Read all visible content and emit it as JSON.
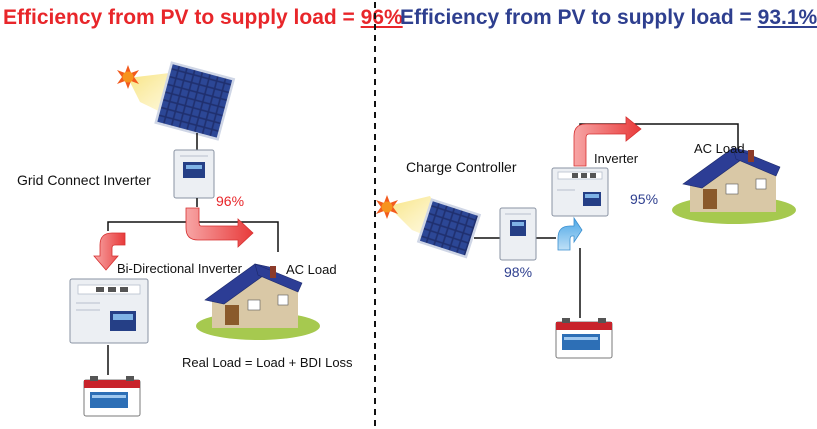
{
  "left_panel": {
    "title_prefix": "Efficiency from PV to supply load = ",
    "title_value": "96%",
    "title_color": "#e8262a",
    "grid_inverter_label": "Grid Connect Inverter",
    "grid_inverter_efficiency": "96%",
    "bdi_label": "Bi-Directional Inverter",
    "ac_load_label": "AC Load",
    "real_load_note": "Real Load = Load + BDI Loss"
  },
  "right_panel": {
    "title_prefix": "Efficiency from PV to supply load = ",
    "title_value": "93.1%",
    "title_color": "#2e3f8f",
    "charge_controller_label": "Charge Controller",
    "charge_controller_efficiency": "98%",
    "inverter_label": "Inverter",
    "inverter_efficiency": "95%",
    "ac_load_label": "AC Load"
  }
}
